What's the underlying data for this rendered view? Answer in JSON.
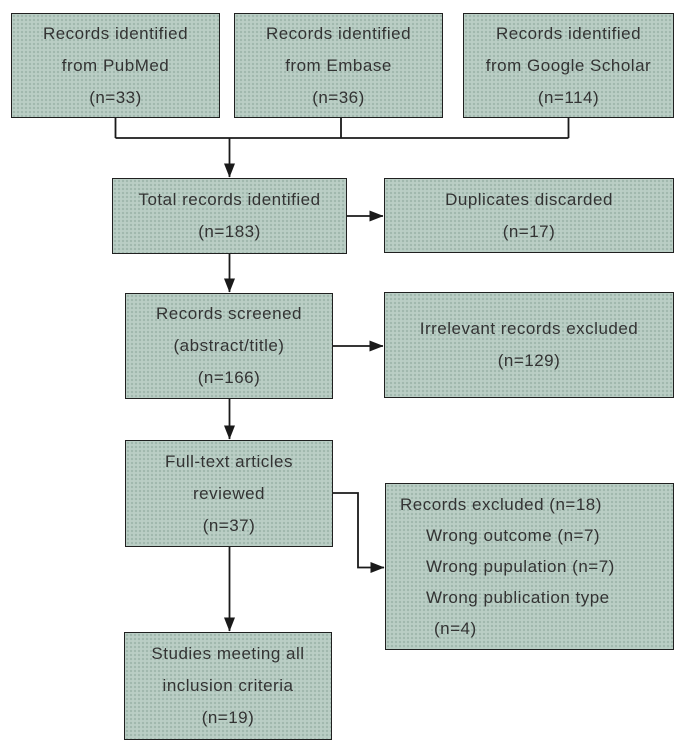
{
  "colors": {
    "page-bg": "#ffffff",
    "box-fill": "#bacec5",
    "box-border": "#202020",
    "line": "#1a1a1a",
    "text": "#333333"
  },
  "boxes": {
    "pubmed": {
      "lines": [
        "Records identified",
        "from PubMed",
        "(n=33)"
      ]
    },
    "embase": {
      "lines": [
        "Records identified",
        "from Embase",
        "(n=36)"
      ]
    },
    "scholar": {
      "lines": [
        "Records identified",
        "from Google Scholar",
        "(n=114)"
      ]
    },
    "total": {
      "lines": [
        "Total records identified",
        "(n=183)"
      ]
    },
    "duplicates": {
      "lines": [
        "Duplicates discarded",
        "(n=17)"
      ]
    },
    "screened": {
      "lines": [
        "Records screened",
        "(abstract/title)",
        "(n=166)"
      ]
    },
    "irrelevant": {
      "lines": [
        "Irrelevant records excluded",
        "(n=129)"
      ]
    },
    "fulltext": {
      "lines": [
        "Full-text articles",
        "reviewed",
        "(n=37)"
      ]
    },
    "excluded": {
      "lines": [
        "Records excluded (n=18)",
        "Wrong outcome (n=7)",
        "Wrong pupulation (n=7)",
        "Wrong publication type",
        "(n=4)"
      ]
    },
    "studies": {
      "lines": [
        "Studies meeting all",
        "inclusion criteria",
        "(n=19)"
      ]
    }
  }
}
